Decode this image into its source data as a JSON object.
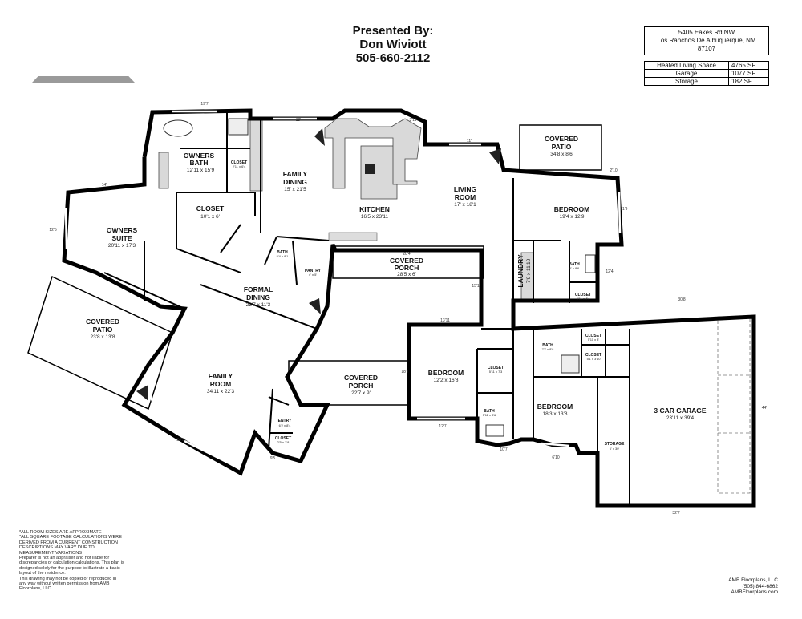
{
  "header": {
    "line1": "Presented By:",
    "line2": "Don Wiviott",
    "line3": "505-660-2112"
  },
  "address": {
    "street": "5405 Eakes Rd NW",
    "city": "Los Ranchos De Albuquerque, NM",
    "zip": "87107"
  },
  "square_footage": [
    {
      "label": "Heated Living Space",
      "value": "4765 SF"
    },
    {
      "label": "Garage",
      "value": "1077 SF"
    },
    {
      "label": "Storage",
      "value": "182 SF"
    }
  ],
  "rooms": {
    "owners_bath": {
      "name1": "OWNERS",
      "name2": "BATH",
      "dims": "12'11 x 15'9"
    },
    "owners_closet": {
      "name": "CLOSET",
      "dims": "10'1 x 6'"
    },
    "bath_closet": {
      "name": "CLOSET",
      "dims": "2'11 x 6'4"
    },
    "owners_suite": {
      "name1": "OWNERS",
      "name2": "SUITE",
      "dims": "20'11 x 17'3"
    },
    "family_dining": {
      "name1": "FAMILY",
      "name2": "DINING",
      "dims": "15' x 21'5"
    },
    "kitchen": {
      "name": "KITCHEN",
      "dims": "16'5 x 23'11"
    },
    "living_room": {
      "name1": "LIVING",
      "name2": "ROOM",
      "dims": "17' x 18'1"
    },
    "covered_patio_ne": {
      "name1": "COVERED",
      "name2": "PATIO",
      "dims": "34'8 x 8'6"
    },
    "bedroom_ne": {
      "name": "BEDROOM",
      "dims": "19'4 x 12'9"
    },
    "bath_small": {
      "name": "BATH",
      "dims": "5'4 x 8'1"
    },
    "pantry": {
      "name": "PANTRY",
      "dims": "4' x 5'"
    },
    "covered_porch_n": {
      "name1": "COVERED",
      "name2": "PORCH",
      "dims": "28'5 x 6'"
    },
    "laundry": {
      "name": "LAUNDRY",
      "dims": "7'9 x 11'10"
    },
    "bath_laundry": {
      "name": "BATH",
      "dims": "8' x 8'6"
    },
    "closet_laundry": {
      "name": "CLOSET",
      "dims": "5'11 x 4'4"
    },
    "formal_dining": {
      "name1": "FORMAL",
      "name2": "DINING",
      "dims": "22'7 x 11'3"
    },
    "covered_patio_w": {
      "name1": "COVERED",
      "name2": "PATIO",
      "dims": "23'8 x 13'8"
    },
    "family_room": {
      "name1": "FAMILY",
      "name2": "ROOM",
      "dims": "34'11 x 22'3"
    },
    "covered_porch_s": {
      "name1": "COVERED",
      "name2": "PORCH",
      "dims": "22'7 x 9'"
    },
    "entry": {
      "name": "ENTRY",
      "dims": "6'2 x 8'4"
    },
    "entry_closet": {
      "name": "CLOSET",
      "dims": "2'5 x 3'8"
    },
    "bedroom_mid": {
      "name": "BEDROOM",
      "dims": "12'2 x 16'8"
    },
    "closet_mid": {
      "name": "CLOSET",
      "dims": "5'11 x 7'3"
    },
    "bath_mid": {
      "name": "BATH",
      "dims": "5'11 x 8'6"
    },
    "bath_east": {
      "name": "BATH",
      "dims": "7'7 x 8'8"
    },
    "closet_east1": {
      "name": "CLOSET",
      "dims": "5'11 x 3'"
    },
    "closet_east2": {
      "name": "CLOSET",
      "dims": "5'1 x 3'10"
    },
    "bedroom_se": {
      "name": "BEDROOM",
      "dims": "18'3 x 13'8"
    },
    "garage": {
      "name": "3 CAR GARAGE",
      "dims": "23'11 x 39'4"
    },
    "storage": {
      "name": "STORAGE",
      "dims": "6' x 30'"
    }
  },
  "dimensions": {
    "d1": "19'7",
    "d2": "18'",
    "d3": "3'11",
    "d4": "14'",
    "d5": "11'",
    "d6": "2'10",
    "d7": "30'8",
    "d8": "12'4",
    "d9": "11'9",
    "d10": "28'4",
    "d11": "15'1",
    "d12": "13'11",
    "d13": "18'7",
    "d14": "12'7",
    "d15": "10'7",
    "d16": "6'10",
    "d17": "32'7",
    "d18": "44'",
    "d19": "24'5",
    "d20": "9'5",
    "d21": "12'5"
  },
  "disclaimer": [
    "*ALL ROOM SIZES ARE APPROXIMATE",
    "*ALL SQUARE FOOTAGE CALCULATIONS WERE",
    "DERIVED FROM A CURRENT CONSTRUCTION",
    "DESCRIPTIONS MAY VARY DUE TO",
    "MEASUREMENT VARIATIONS",
    "Preparer is not an appraiser and not liable for",
    "discrepancies or calculation calculations. This plan is",
    "designed solely for the purpose to illustrate a basic",
    "layout of the residence.",
    "This drawing may not be copied or reproduced in",
    "any way without written permission from AMB",
    "Floorplans, LLC."
  ],
  "credit": {
    "company": "AMB Floorplans, LLC",
    "phone": "(505) 844-6862",
    "web": "AMBFloorplans.com"
  }
}
